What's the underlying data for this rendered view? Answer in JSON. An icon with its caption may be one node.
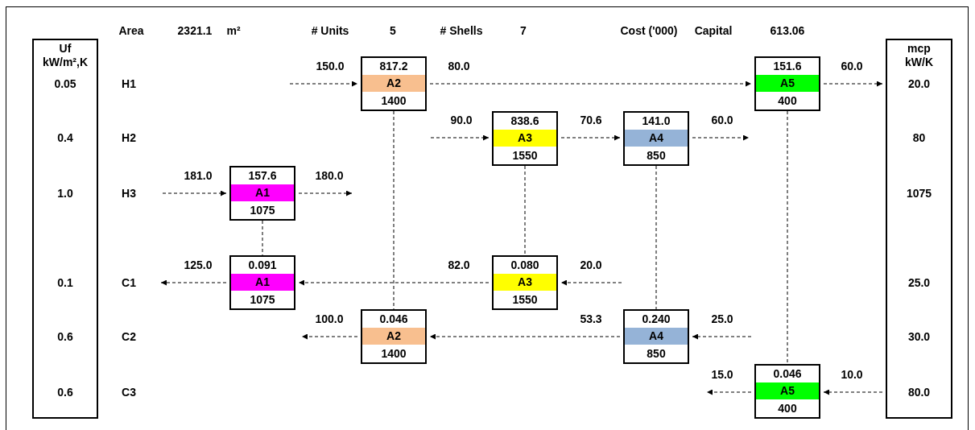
{
  "diagram": {
    "nodes": [
      {
        "text": [
          "Uf kW/m²,K",
          "0.05",
          "0.4",
          "1.0",
          "0.1",
          "0.6",
          "0.6"
        ]
      },
      {
        "text": [
          "mcp kW/K",
          "20.0",
          "80",
          "1075",
          "25.0",
          "30.0",
          "80.0"
        ]
      },
      {
        "text": [
          "817.2",
          "A2",
          "1400"
        ]
      },
      {
        "text": [
          "151.6",
          "A5",
          "400"
        ]
      },
      {
        "text": [
          "838.6",
          "A3",
          "1550"
        ]
      },
      {
        "text": [
          "141.0",
          "A4",
          "850"
        ]
      },
      {
        "text": [
          "157.6",
          "A1",
          "1075"
        ]
      },
      {
        "text": [
          "0.091",
          "A1",
          "1075"
        ]
      },
      {
        "text": [
          "0.080",
          "A3",
          "1550"
        ]
      },
      {
        "text": [
          "0.046",
          "A2",
          "1400"
        ]
      },
      {
        "text": [
          "0.240",
          "A4",
          "850"
        ]
      },
      {
        "text": [
          "0.046",
          "A5",
          "400"
        ]
      }
    ],
    "edges": [
      {
        "from": null,
        "to": 2,
        "arrow": "to",
        "label": "150.0",
        "style": "dashed"
      },
      {
        "from": 2,
        "to": 3,
        "arrow": "to",
        "label": "80.0",
        "style": "dashed"
      },
      {
        "from": 3,
        "to": 1,
        "arrow": "to",
        "label": "60.0",
        "style": "dashed"
      },
      {
        "from": null,
        "to": 4,
        "arrow": "to",
        "label": "90.0",
        "style": "dashed"
      },
      {
        "from": 4,
        "to": 5,
        "arrow": "to",
        "label": "70.6",
        "style": "dashed"
      },
      {
        "from": 5,
        "to": null,
        "arrow": "to",
        "label": "60.0",
        "style": "dashed"
      },
      {
        "from": null,
        "to": 6,
        "arrow": "to",
        "label": "181.0",
        "style": "dashed"
      },
      {
        "from": 6,
        "to": null,
        "arrow": "to",
        "label": "180.0",
        "style": "dashed"
      },
      {
        "from": null,
        "to": 8,
        "arrow": "to",
        "label": "20.0",
        "style": "dashed"
      },
      {
        "from": 8,
        "to": 7,
        "arrow": "to",
        "label": "82.0",
        "style": "dashed"
      },
      {
        "from": 7,
        "to": null,
        "arrow": "to",
        "label": "125.0",
        "style": "dashed"
      },
      {
        "from": null,
        "to": 10,
        "arrow": "to",
        "label": "25.0",
        "style": "dashed"
      },
      {
        "from": 10,
        "to": 9,
        "arrow": "to",
        "label": "53.3",
        "style": "dashed"
      },
      {
        "from": 9,
        "to": null,
        "arrow": "to",
        "label": "100.0",
        "style": "dashed"
      },
      {
        "from": 1,
        "to": 11,
        "arrow": "to",
        "label": "10.0",
        "style": "dashed"
      },
      {
        "from": 11,
        "to": null,
        "arrow": "to",
        "label": "15.0",
        "style": "dashed"
      },
      {
        "from": 6,
        "to": 7,
        "arrow": "none",
        "style": "dashed"
      },
      {
        "from": 2,
        "to": 9,
        "arrow": "none",
        "style": "dashed"
      },
      {
        "from": 4,
        "to": 8,
        "arrow": "none",
        "style": "dashed"
      },
      {
        "from": 5,
        "to": 10,
        "arrow": "none",
        "style": "dashed"
      },
      {
        "from": 3,
        "to": 11,
        "arrow": "none",
        "style": "dashed"
      }
    ],
    "labels": [
      "Area",
      "2321.1",
      "m²",
      "# Units",
      "5",
      "# Shells",
      "7",
      "Cost ('000)",
      "Capital",
      "613.06",
      "H1",
      "H2",
      "H3",
      "C1",
      "C2",
      "C3"
    ]
  }
}
